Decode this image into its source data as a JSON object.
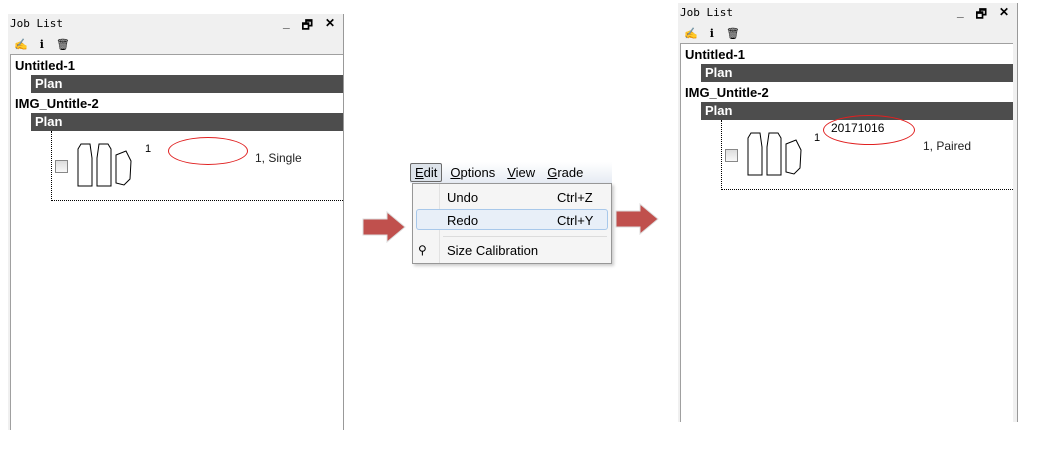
{
  "before": {
    "title": "Job List",
    "jobs": [
      {
        "name": "Untitled-1",
        "plan": "Plan"
      },
      {
        "name": "IMG_Untitle-2",
        "plan": "Plan"
      }
    ],
    "item": {
      "qty": "1",
      "note": "",
      "mode": "1, Single"
    }
  },
  "menu": {
    "bar": [
      "Edit",
      "Options",
      "View",
      "Grade"
    ],
    "items": [
      {
        "label": "Undo",
        "shortcut": "Ctrl+Z"
      },
      {
        "label": "Redo",
        "shortcut": "Ctrl+Y"
      },
      {
        "label": "Size Calibration",
        "shortcut": ""
      }
    ]
  },
  "after": {
    "title": "Job List",
    "jobs": [
      {
        "name": "Untitled-1",
        "plan": "Plan"
      },
      {
        "name": "IMG_Untitle-2",
        "plan": "Plan"
      }
    ],
    "item": {
      "qty": "1",
      "note": "20171016",
      "mode": "1, Paired"
    }
  },
  "window_buttons": {
    "minimize": "_",
    "restore": "🗗",
    "close": "✕"
  },
  "colors": {
    "plan_bar": "#4d4d4d",
    "highlight": "#e02020",
    "arrow": "#c0504d"
  }
}
